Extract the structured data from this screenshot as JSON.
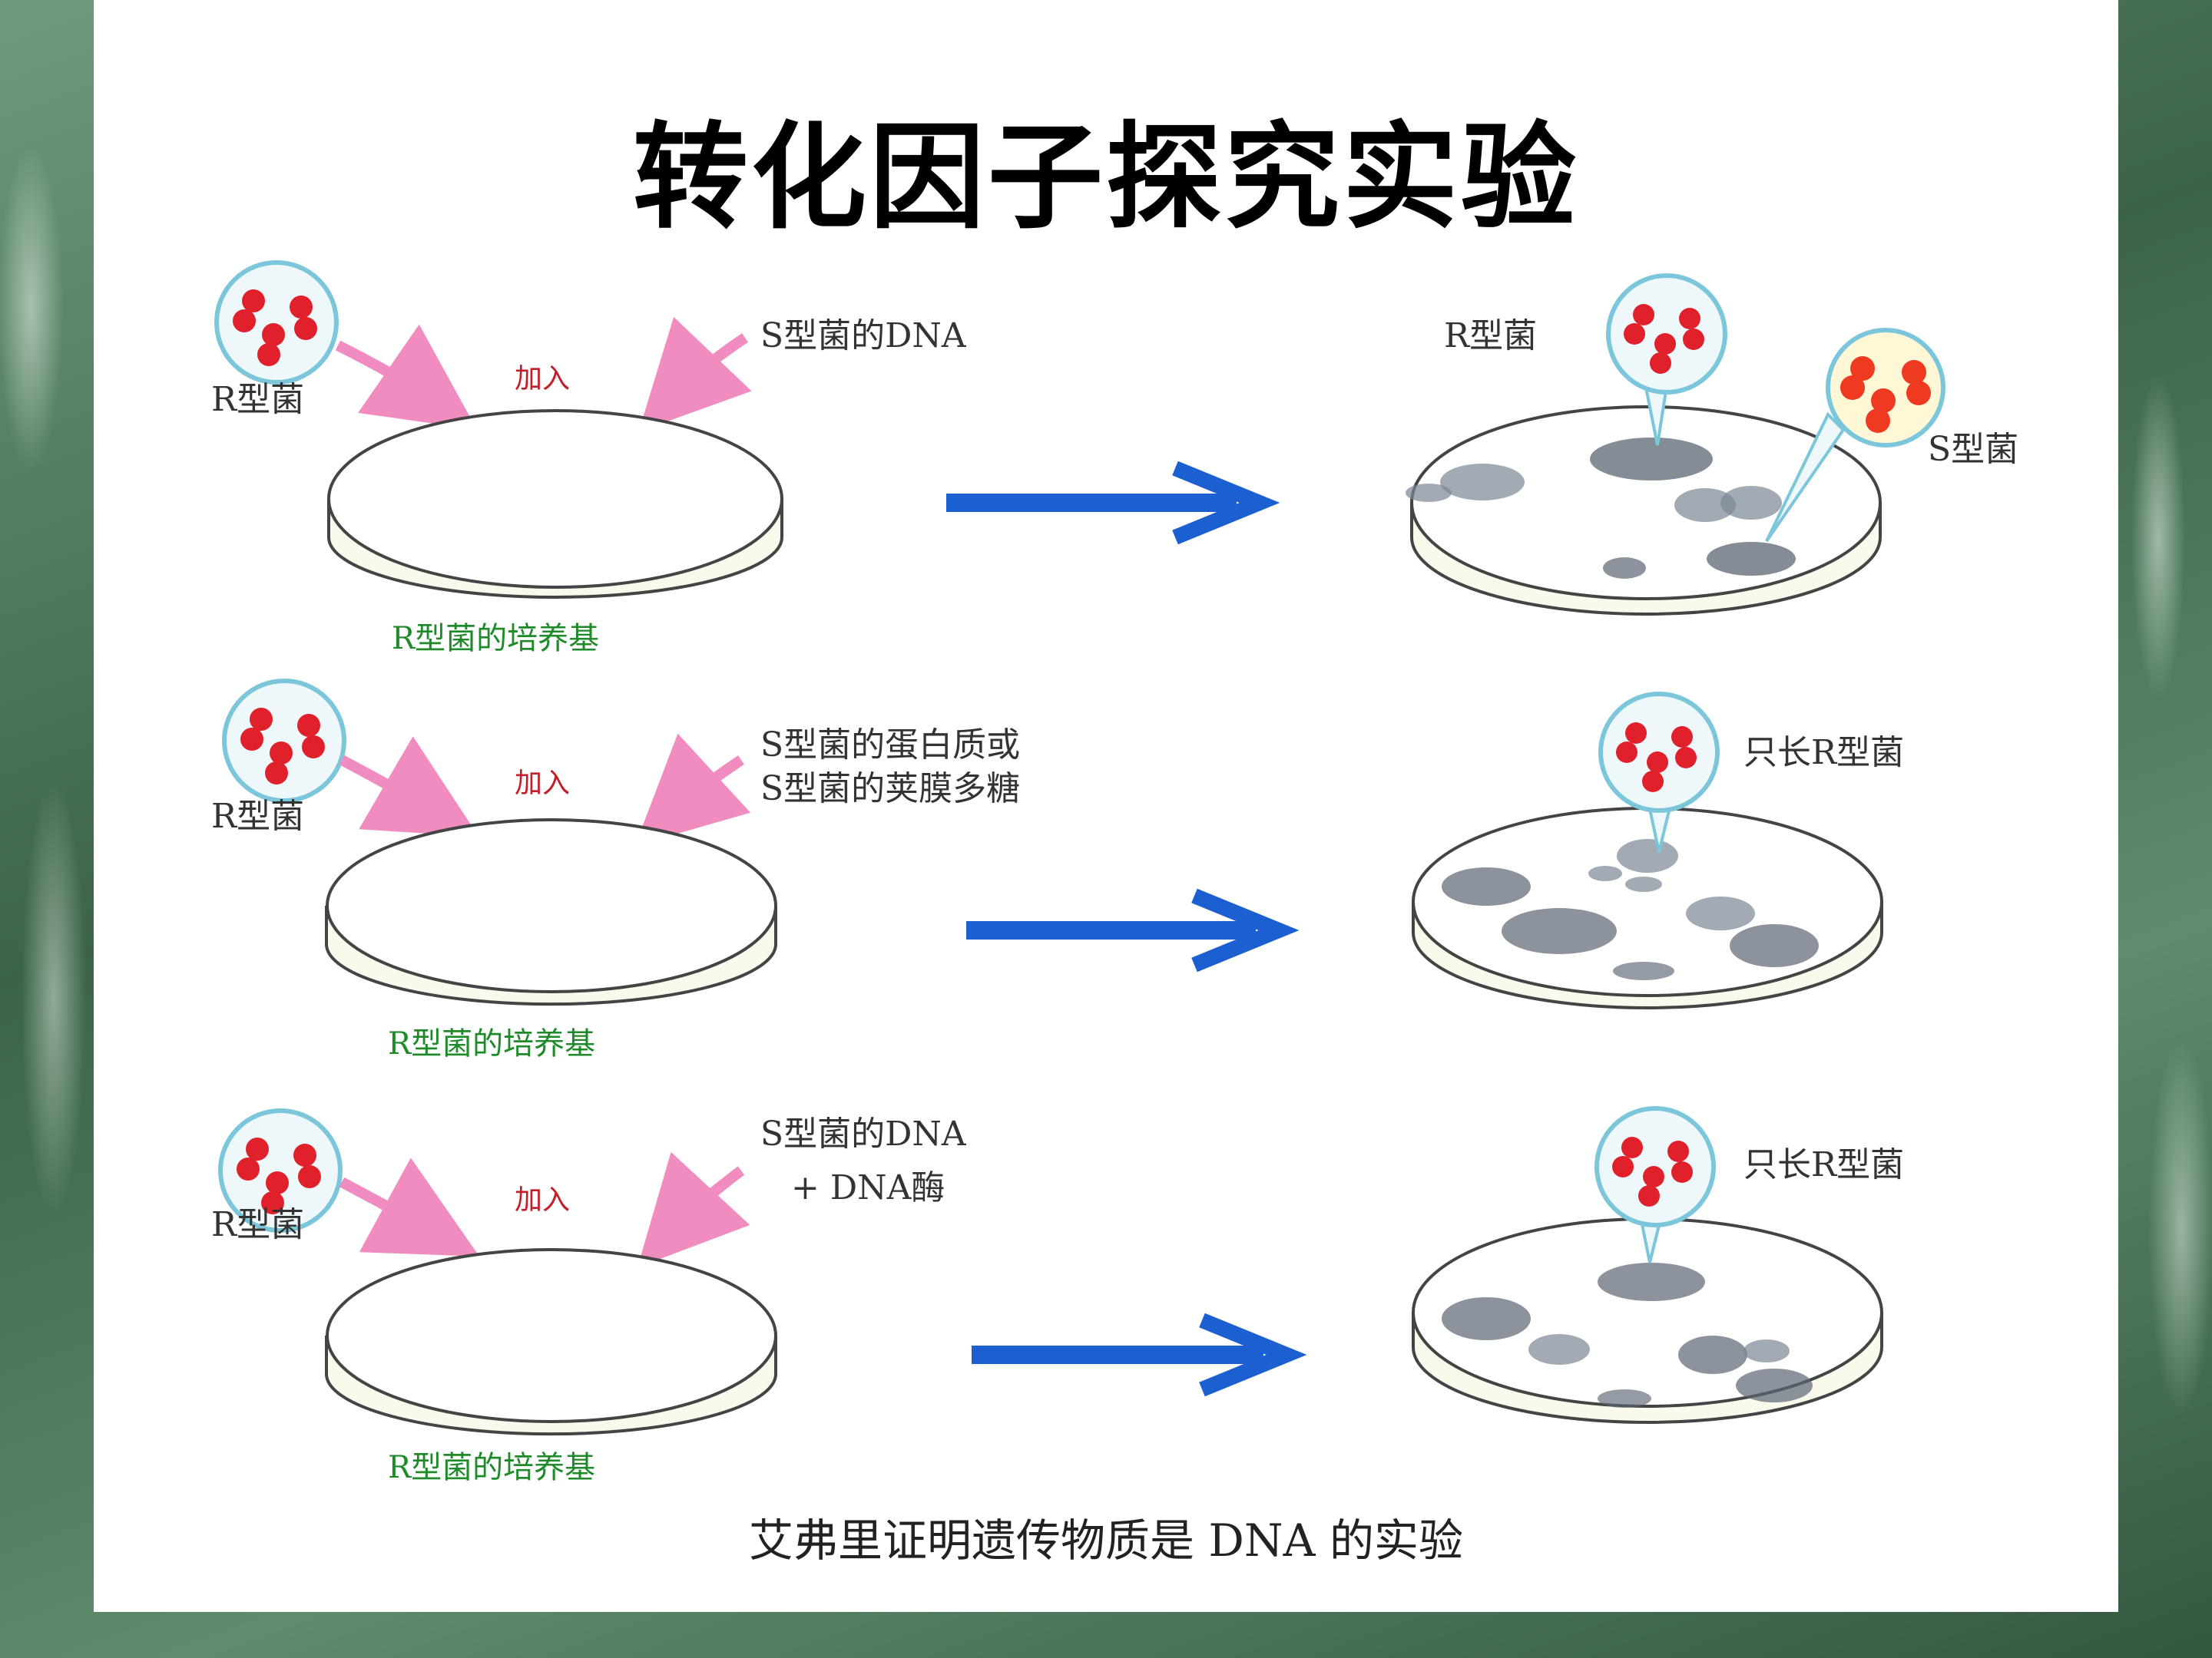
{
  "title": "转化因子探究实验",
  "caption": "艾弗里证明遗传物质是 DNA 的实验",
  "colors": {
    "arrow": "#1b5fd0",
    "bacteria_red": "#e0202a",
    "pink_arrow": "#f08cc0",
    "colony": "#7b8794",
    "medium_label": "#1f8a2a",
    "add_label": "#c0202a"
  },
  "rows": [
    {
      "r_bacteria_label": "R型菌",
      "add_label": "加入",
      "added_lines": [
        "S型菌的DNA"
      ],
      "medium_label": "R型菌的培养基",
      "result_labels": [
        "R型菌",
        "S型菌"
      ]
    },
    {
      "r_bacteria_label": "R型菌",
      "add_label": "加入",
      "added_lines": [
        "S型菌的蛋白质或",
        "S型菌的荚膜多糖"
      ],
      "medium_label": "R型菌的培养基",
      "result_labels": [
        "只长R型菌"
      ]
    },
    {
      "r_bacteria_label": "R型菌",
      "add_label": "加入",
      "added_lines": [
        "S型菌的DNA",
        "+ DNA酶"
      ],
      "medium_label": "R型菌的培养基",
      "result_labels": [
        "只长R型菌"
      ]
    }
  ]
}
